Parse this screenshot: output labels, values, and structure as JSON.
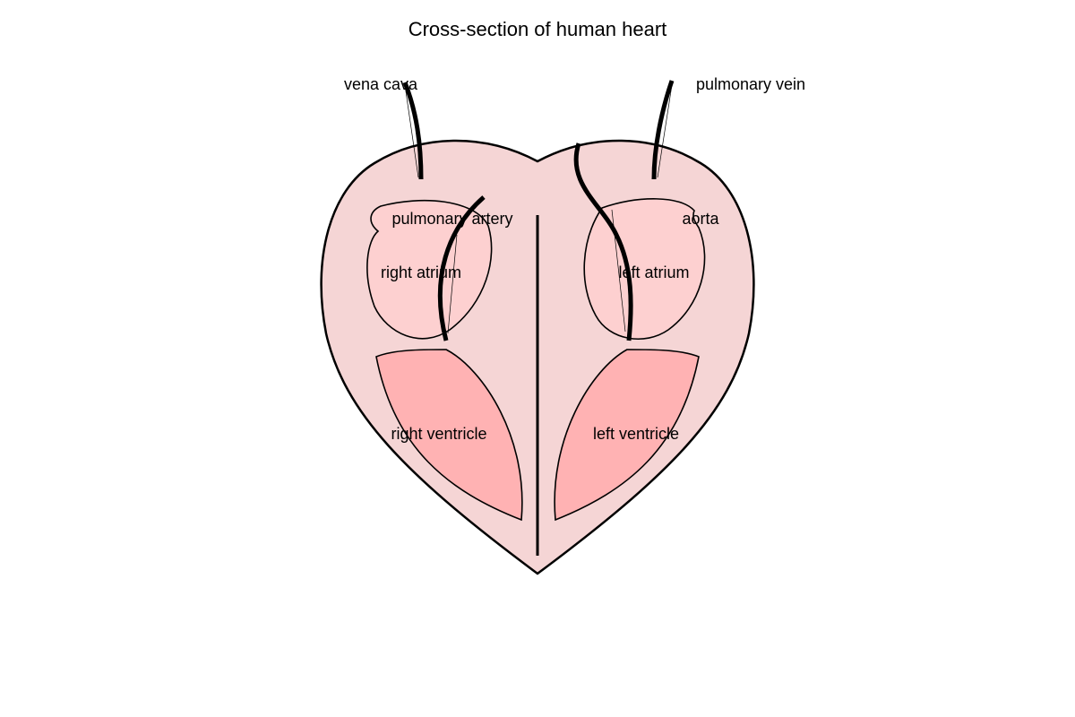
{
  "title": "Cross-section of human heart",
  "colors": {
    "heart": "#f5d5d5",
    "atrium": "#fdd0d0",
    "ventricle": "#ffb2b3",
    "outline": "#000000"
  },
  "labels": {
    "vena_cava": "vena cava",
    "pulmonary_vein": "pulmonary vein",
    "pulmonary_artery": "pulmonary artery",
    "aorta": "aorta",
    "right_atrium": "right atrium",
    "left_atrium": "left atrium",
    "right_ventricle": "right ventricle",
    "left_ventricle": "left ventricle"
  }
}
